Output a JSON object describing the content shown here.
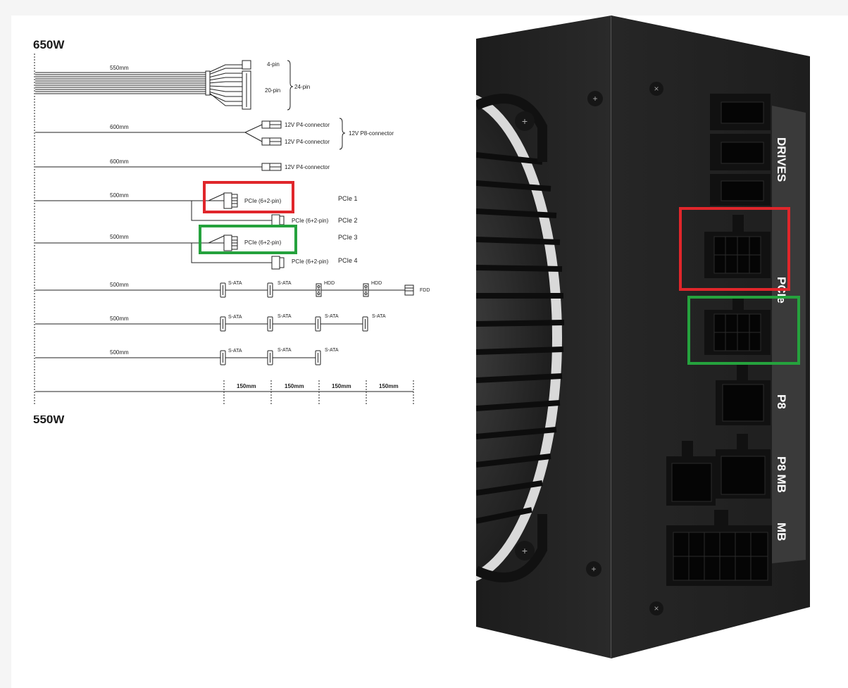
{
  "heading": "650W",
  "next_heading": "550W",
  "mb_cable": {
    "length": "550mm",
    "pin_a": "4-pin",
    "pin_b": "20-pin",
    "combined": "24-pin"
  },
  "cpu_cable_1": {
    "length": "600mm",
    "conn_a": "12V P4-connector",
    "conn_b": "12V P4-connector",
    "combined": "12V P8-connector"
  },
  "cpu_cable_2": {
    "length": "600mm",
    "conn": "12V P4-connector"
  },
  "pcie_cable_1": {
    "length": "500mm",
    "conn_a": "PCIe (6+2-pin)",
    "conn_b": "PCIe (6+2-pin)",
    "label_a": "PCIe 1",
    "label_b": "PCIe 2"
  },
  "pcie_cable_2": {
    "length": "500mm",
    "conn_a": "PCIe (6+2-pin)",
    "conn_b": "PCIe (6+2-pin)",
    "label_a": "PCIe 3",
    "label_b": "PCIe 4"
  },
  "periph_cable_1": {
    "length": "500mm",
    "c1": "S-ATA",
    "c2": "S-ATA",
    "c3": "HDD",
    "c4": "HDD",
    "c5": "FDD"
  },
  "sata_cable_1": {
    "length": "500mm",
    "c1": "S-ATA",
    "c2": "S-ATA",
    "c3": "S-ATA",
    "c4": "S-ATA"
  },
  "sata_cable_2": {
    "length": "500mm",
    "c1": "S-ATA",
    "c2": "S-ATA",
    "c3": "S-ATA"
  },
  "spacing": [
    "150mm",
    "150mm",
    "150mm",
    "150mm"
  ],
  "psu_labels": {
    "drives": "DRIVES",
    "pcie": "PCIe",
    "p8": "P8",
    "p8_mb": "P8 MB",
    "mb": "MB"
  },
  "highlights": {
    "red": "#e0262b",
    "green": "#25a23d"
  }
}
